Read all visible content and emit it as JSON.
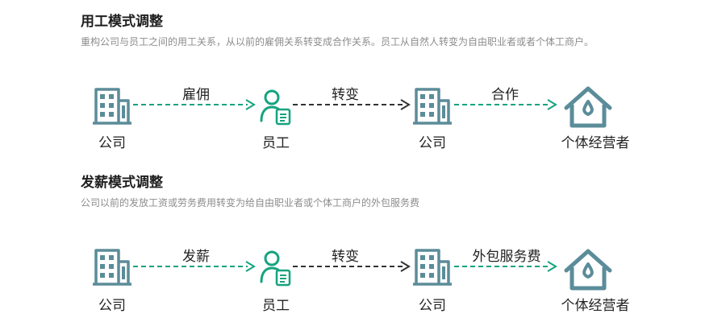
{
  "colors": {
    "primary": "#5b8c99",
    "accent": "#15a37f",
    "dash_dark": "#333333"
  },
  "sections": [
    {
      "title": "用工模式调整",
      "description": "重构公司与员工之间的用工关系，从以前的雇佣关系转变成合作关系。员工从自然人转变为自由职业者或者个体工商户。",
      "nodes": [
        {
          "icon": "building-icon",
          "label": "公司"
        },
        {
          "icon": "employee-icon",
          "label": "员工"
        },
        {
          "icon": "building-icon",
          "label": "公司"
        },
        {
          "icon": "house-icon",
          "label": "个体经营者"
        }
      ],
      "edges": [
        {
          "label": "雇佣",
          "style": "teal"
        },
        {
          "label": "转变",
          "style": "dark"
        },
        {
          "label": "合作",
          "style": "teal"
        }
      ]
    },
    {
      "title": "发薪模式调整",
      "description": "公司以前的发放工资或劳务费用转变为给自由职业者或个体工商户的外包服务费",
      "nodes": [
        {
          "icon": "building-icon",
          "label": "公司"
        },
        {
          "icon": "employee-icon",
          "label": "员工"
        },
        {
          "icon": "building-icon",
          "label": "公司"
        },
        {
          "icon": "house-icon",
          "label": "个体经营者"
        }
      ],
      "edges": [
        {
          "label": "发薪",
          "style": "teal"
        },
        {
          "label": "转变",
          "style": "dark"
        },
        {
          "label": "外包服务费",
          "style": "teal"
        }
      ]
    }
  ]
}
